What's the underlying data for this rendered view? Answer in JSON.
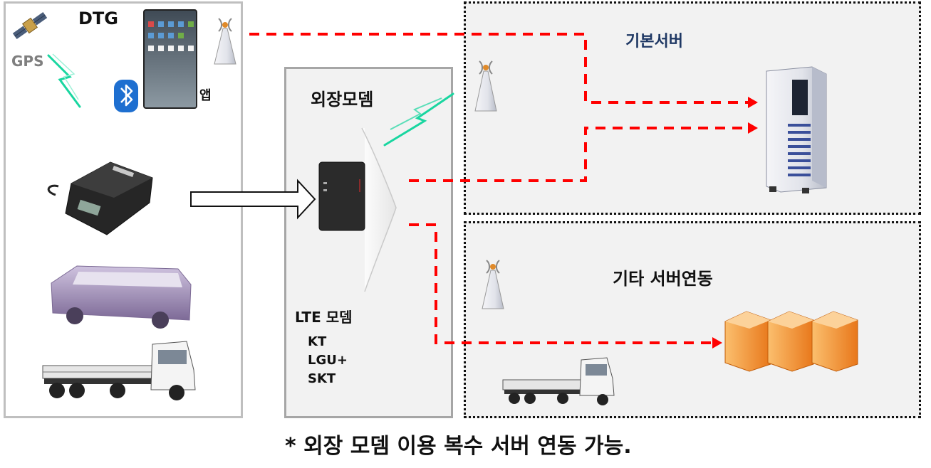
{
  "dtg_panel": {
    "title": "DTG",
    "gps_label": "GPS",
    "app_label": "앱"
  },
  "modem_panel": {
    "title": "외장모뎀",
    "lte_label": "LTE 모뎀",
    "carriers": [
      "KT",
      "LGU+",
      "SKT"
    ]
  },
  "basic_server_panel": {
    "title": "기본서버"
  },
  "other_server_panel": {
    "title": "기타 서버연동"
  },
  "footer": {
    "note": "* 외장 모뎀 이용 복수 서버 연동 가능."
  },
  "colors": {
    "link_line": "#ff0000",
    "signal": "#19d6a0",
    "server_orange": "#f79646",
    "label_blue": "#1f3864",
    "panel_fill": "#f2f2f2"
  },
  "icons": [
    "satellite-icon",
    "cell-tower-icon",
    "bluetooth-icon",
    "smartphone-icon",
    "dtg-device-icon",
    "lte-modem-icon",
    "bus-icon",
    "truck-icon",
    "tower-server-icon",
    "rack-server-icon",
    "right-arrow-icon"
  ]
}
